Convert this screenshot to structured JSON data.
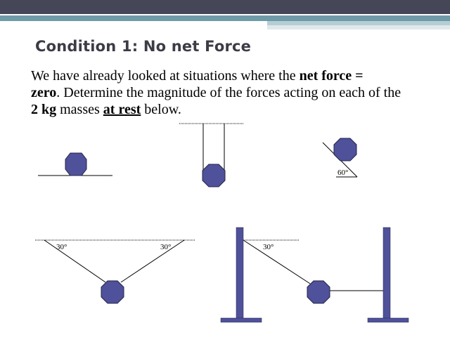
{
  "slide": {
    "title": "Condition 1: No net Force",
    "text_1": "We have already looked at situations where the ",
    "text_2": "net force =",
    "text_3": "zero",
    "text_4": ". Determine the magnitude of the forces acting on each of the",
    "text_5": "2 kg",
    "text_6": " masses ",
    "text_7": "at rest",
    "text_8": " below."
  },
  "diagrams": {
    "incline_angle": "60°",
    "v_left_angle": "30°",
    "v_right_angle": "30°",
    "post_angle": "30°"
  },
  "colors": {
    "mass_fill": "#4f519a",
    "mass_stroke": "#23244a",
    "header_dark": "#454658",
    "header_teal": "#6f9aa7",
    "post_fill": "#4f519a"
  }
}
